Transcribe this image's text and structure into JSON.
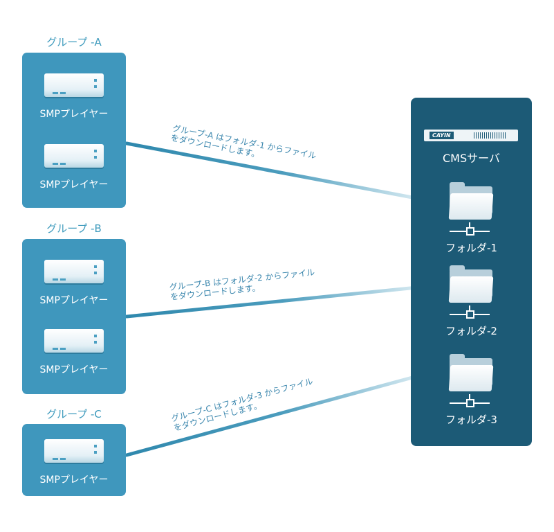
{
  "groups": [
    {
      "title": "グループ -A",
      "players": [
        "SMPプレイヤー",
        "SMPプレイヤー"
      ]
    },
    {
      "title": "グループ -B",
      "players": [
        "SMPプレイヤー",
        "SMPプレイヤー"
      ]
    },
    {
      "title": "グループ -C",
      "players": [
        "SMPプレイヤー"
      ]
    }
  ],
  "server": {
    "brand": "CAYIN",
    "title": "CMSサーバ",
    "folders": [
      "フォルダ-1",
      "フォルダ-2",
      "フォルダ-3"
    ]
  },
  "links": [
    {
      "line1": "グループ-A はフォルダ-1 からファイル",
      "line2": "をダウンロードします。"
    },
    {
      "line1": "グループ-B はフォルダ-2 からファイル",
      "line2": "をダウンロードします。"
    },
    {
      "line1": "グループ-C はフォルダ-3 からファイル",
      "line2": "をダウンロードします。"
    }
  ],
  "colors": {
    "group_box": "#3f97bd",
    "server_panel": "#1c5a76",
    "link_dark": "#2f88ad",
    "link_light": "#e9f4f8"
  }
}
